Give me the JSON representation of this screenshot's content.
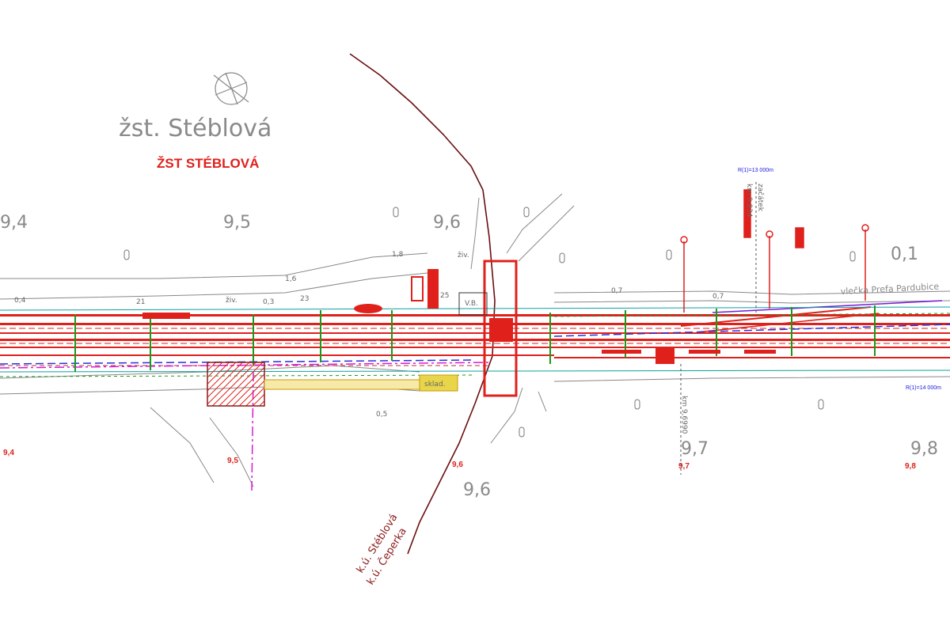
{
  "station": {
    "title_gray": "žst. Stéblová",
    "title_red": "ŽST STÉBLOVÁ"
  },
  "kilometers": {
    "top": [
      "9,4",
      "9,5",
      "9,6",
      "0,1"
    ],
    "bottom": [
      "9,6",
      "9,7",
      "9,8"
    ],
    "red_small": [
      "9,4",
      "9,5",
      "9,6",
      "9,7",
      "9,8"
    ]
  },
  "labels": {
    "cadastre_1": "k.ú. Stéblová",
    "cadastre_2": "k.ú. Čeperka",
    "siding": "vlečka Prefa Pardubice",
    "radius_top": "R(1)=13 000m",
    "radius_bottom": "R(1)=14 000m",
    "chainage": "km 9,6990",
    "track_start_1": "začátek",
    "track_start_2": "km 0,034",
    "ziv": "živ.",
    "ziv2": "živ.",
    "track_21": "21",
    "track_23": "23",
    "track_25": "25",
    "dim_18": "1,8",
    "dim_16": "1,6",
    "dim_04": "0,4",
    "dim_03": "0,3",
    "dim_07a": "0,7",
    "dim_07b": "0,7",
    "dim_05": "0,5",
    "sklad": "sklad.",
    "vb": "V.B."
  }
}
